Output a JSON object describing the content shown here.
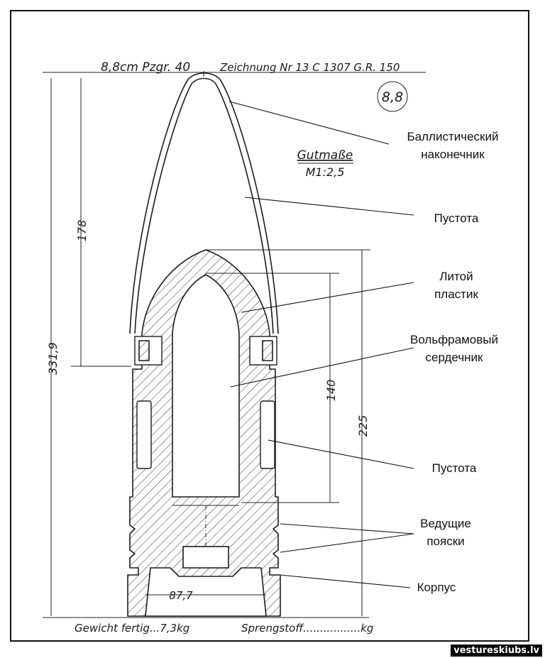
{
  "header": {
    "title_left": "8,8cm Pzgr. 40",
    "title_right": "Zeichnung Nr 13 C 1307 G.R. 150",
    "caliber_badge": "8,8"
  },
  "scale_note": {
    "line1": "Gutmaße",
    "line2": "M1:2,5"
  },
  "dimensions": {
    "overall": "331,9",
    "nose": "178",
    "core": "140",
    "body": "225",
    "base_width": "87,7"
  },
  "labels": {
    "ballistic_cap_1": "Баллистический",
    "ballistic_cap_2": "наконечник",
    "void_top": "Пустота",
    "plastic_1": "Литой",
    "plastic_2": "пластик",
    "core_1": "Вольфрамовый",
    "core_2": "сердечник",
    "void_bottom": "Пустота",
    "bands_1": "Ведущие",
    "bands_2": "пояски",
    "body": "Корпус"
  },
  "footer": {
    "weight": "Gewicht fertig...7,3kg",
    "explosive": "Sprengstoff.................kg"
  },
  "watermark": "vestureskiubs.lv"
}
